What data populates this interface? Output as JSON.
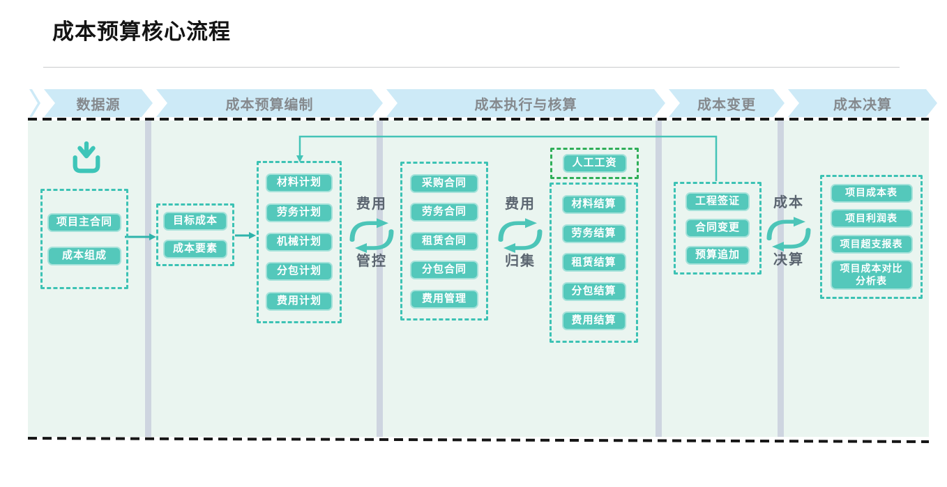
{
  "title": "成本预算核心流程",
  "phases": [
    "数据源",
    "成本预算编制",
    "成本执行与核算",
    "成本变更",
    "成本决算"
  ],
  "datasource_items": [
    "项目主合同",
    "成本组成"
  ],
  "budget_basis_items": [
    "目标成本",
    "成本要素"
  ],
  "plan_items": [
    "材料计划",
    "劳务计划",
    "机械计划",
    "分包计划",
    "费用计划"
  ],
  "contract_items": [
    "采购合同",
    "劳务合同",
    "租赁合同",
    "分包合同",
    "费用管理"
  ],
  "labor_wage_item": "人工工资",
  "settlement_items": [
    "材料结算",
    "劳务结算",
    "租赁结算",
    "分包结算",
    "费用结算"
  ],
  "change_items": [
    "工程签证",
    "合同变更",
    "预算追加"
  ],
  "report_items": [
    "项目成本表",
    "项目利润表",
    "项目超支报表",
    "项目成本对比\n分析表"
  ],
  "exchanges": [
    {
      "top": "费用",
      "bottom": "管控"
    },
    {
      "top": "费用",
      "bottom": "归集"
    },
    {
      "top": "成本",
      "bottom": "决算"
    }
  ],
  "icons": [
    "download-icon",
    "cycle-arrows-icon"
  ],
  "colors": {
    "banner_fill": "#cdeaf7",
    "banner_text": "#85898d",
    "content_bg": "#eaf5f0",
    "node_fill": "#54c8bb",
    "node_border": "#a5e2da",
    "group_border": "#3cc2b4",
    "wage_group_border": "#2fae58",
    "column_divider": "#ced5e0",
    "connector": "#3fc3b6",
    "exchange_label": "#5b6570",
    "dashed_frame": "#161616"
  }
}
